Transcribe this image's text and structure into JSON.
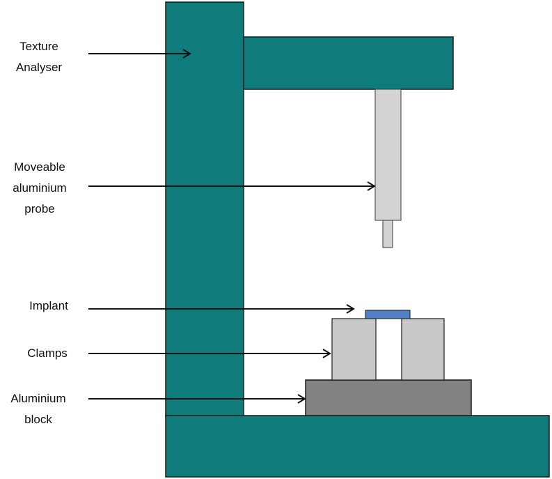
{
  "labels": {
    "texture_analyser": [
      "Texture",
      "Analyser"
    ],
    "probe": [
      "Moveable",
      "aluminium",
      "probe"
    ],
    "implant": [
      "Implant"
    ],
    "clamps": [
      "Clamps"
    ],
    "block": [
      "Aluminium",
      "block"
    ]
  },
  "colors": {
    "frame": "#0f7b7a",
    "probe": "#d3d3d3",
    "clamps": "#c9c9c9",
    "block": "#828282",
    "implant": "#4f81c4",
    "outline": "#1a1a1a"
  }
}
